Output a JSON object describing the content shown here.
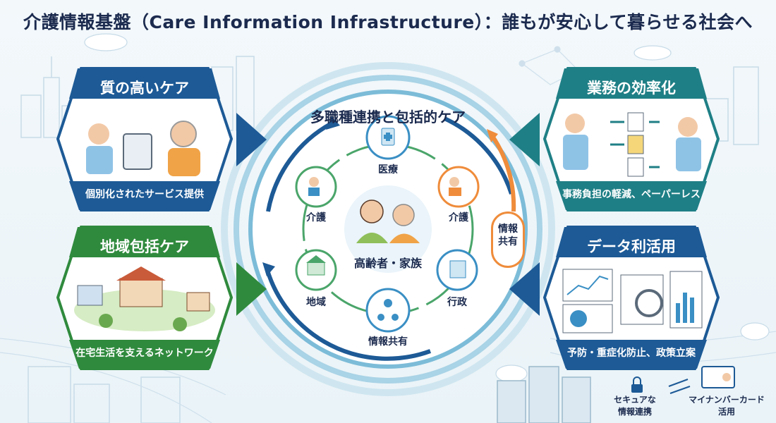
{
  "title": "介護情報基盤（Care Information Infrastructure）：誰もが安心して暮らせる社会へ",
  "ring_title": "多職種連携と包括的ケア",
  "center_label": "高齢者・家族",
  "info_share_badge": "情報\n共有",
  "ring_nodes": {
    "medical": "医療",
    "care_right": "介護",
    "care_left": "介護",
    "admin": "行政",
    "region": "地域",
    "info_share": "情報共有"
  },
  "cards": {
    "quality": {
      "title": "質の高いケア",
      "caption": "個別化されたサービス提供",
      "color": "#1d5a96"
    },
    "efficiency": {
      "title": "業務の効率化",
      "caption": "事務負担の軽減、ペーパーレス",
      "color": "#1f7f86"
    },
    "community": {
      "title": "地域包括ケア",
      "caption": "在宅生活を支えるネットワーク",
      "color": "#2f8a3d"
    },
    "data": {
      "title": "データ利活用",
      "caption": "予防・重症化防止、政策立案",
      "color": "#1d5a96"
    }
  },
  "bottom": {
    "secure_link": "セキュアな\n情報連携",
    "mynumber": "マイナンバーカード\n活用"
  }
}
